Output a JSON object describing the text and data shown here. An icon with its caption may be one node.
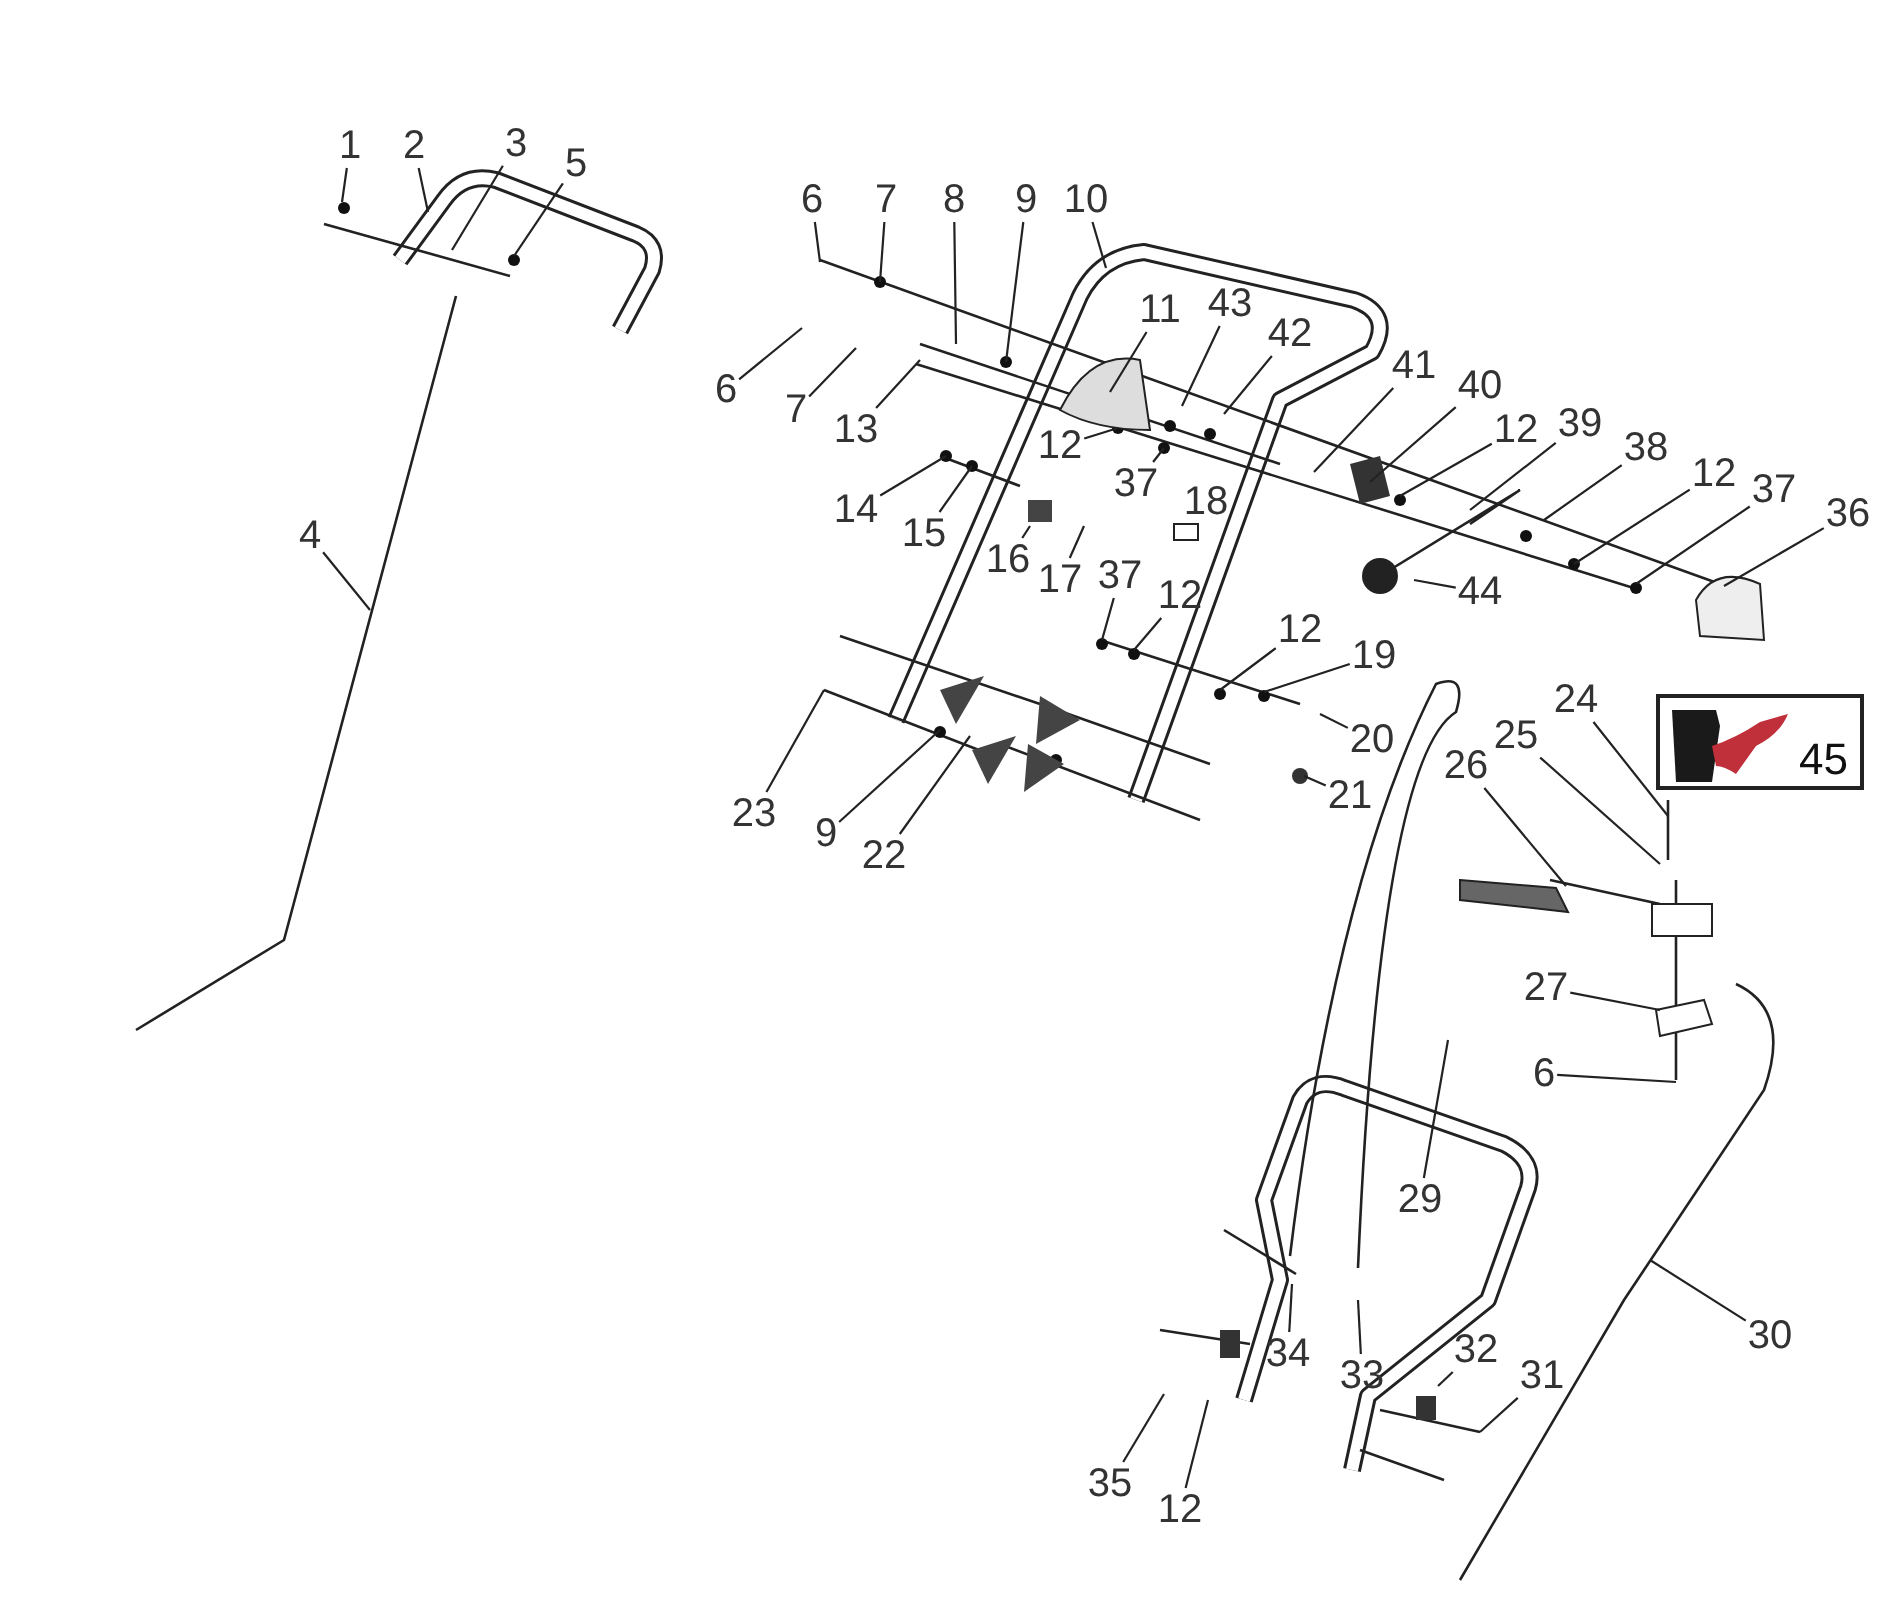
{
  "diagram": {
    "nodes": [
      {
        "text": [
          "1"
        ]
      },
      {
        "text": [
          "2"
        ]
      },
      {
        "text": [
          "3"
        ]
      },
      {
        "text": [
          "5"
        ]
      },
      {
        "text": [
          "4"
        ]
      },
      {
        "text": [
          "6"
        ]
      },
      {
        "text": [
          "7"
        ]
      },
      {
        "text": [
          "8"
        ]
      },
      {
        "text": [
          "9"
        ]
      },
      {
        "text": [
          "10"
        ]
      },
      {
        "text": [
          "11"
        ]
      },
      {
        "text": [
          "43"
        ]
      },
      {
        "text": [
          "42"
        ]
      },
      {
        "text": [
          "41"
        ]
      },
      {
        "text": [
          "40"
        ]
      },
      {
        "text": [
          "12"
        ]
      },
      {
        "text": [
          "39"
        ]
      },
      {
        "text": [
          "38"
        ]
      },
      {
        "text": [
          "12"
        ]
      },
      {
        "text": [
          "37"
        ]
      },
      {
        "text": [
          "36"
        ]
      },
      {
        "text": [
          "6"
        ]
      },
      {
        "text": [
          "7"
        ]
      },
      {
        "text": [
          "13"
        ]
      },
      {
        "text": [
          "12"
        ]
      },
      {
        "text": [
          "37"
        ]
      },
      {
        "text": [
          "18"
        ]
      },
      {
        "text": [
          "14"
        ]
      },
      {
        "text": [
          "15"
        ]
      },
      {
        "text": [
          "16"
        ]
      },
      {
        "text": [
          "17"
        ]
      },
      {
        "text": [
          "37"
        ]
      },
      {
        "text": [
          "12"
        ]
      },
      {
        "text": [
          "12"
        ]
      },
      {
        "text": [
          "44"
        ]
      },
      {
        "text": [
          "19"
        ]
      },
      {
        "text": [
          "20"
        ]
      },
      {
        "text": [
          "21"
        ]
      },
      {
        "text": [
          "23"
        ]
      },
      {
        "text": [
          "9"
        ]
      },
      {
        "text": [
          "22"
        ]
      },
      {
        "text": [
          "24"
        ]
      },
      {
        "text": [
          "25"
        ]
      },
      {
        "text": [
          "26"
        ]
      },
      {
        "text": [
          "45"
        ]
      },
      {
        "text": [],
        "shape": "picture",
        "in": 44
      },
      {
        "text": [
          "27"
        ]
      },
      {
        "text": [
          "6"
        ]
      },
      {
        "text": [
          "29"
        ]
      },
      {
        "text": [
          "30"
        ]
      },
      {
        "text": [
          "34"
        ]
      },
      {
        "text": [
          "33"
        ]
      },
      {
        "text": [
          "32"
        ]
      },
      {
        "text": [
          "31"
        ]
      },
      {
        "text": [
          "35"
        ]
      },
      {
        "text": [
          "12"
        ]
      }
    ],
    "edges": [
      {
        "from": 0,
        "to": null,
        "arrow": "none"
      },
      {
        "from": 1,
        "to": null,
        "arrow": "none"
      },
      {
        "from": 2,
        "to": null,
        "arrow": "none"
      },
      {
        "from": 3,
        "to": null,
        "arrow": "none"
      },
      {
        "from": 4,
        "to": null,
        "arrow": "none"
      },
      {
        "from": 5,
        "to": null,
        "arrow": "none"
      },
      {
        "from": 6,
        "to": null,
        "arrow": "none"
      },
      {
        "from": 7,
        "to": null,
        "arrow": "none"
      },
      {
        "from": 8,
        "to": null,
        "arrow": "none"
      },
      {
        "from": 9,
        "to": null,
        "arrow": "none"
      },
      {
        "from": 10,
        "to": null,
        "arrow": "none"
      },
      {
        "from": 11,
        "to": null,
        "arrow": "none"
      },
      {
        "from": 12,
        "to": null,
        "arrow": "none"
      },
      {
        "from": 13,
        "to": null,
        "arrow": "none"
      },
      {
        "from": 14,
        "to": null,
        "arrow": "none"
      },
      {
        "from": 15,
        "to": null,
        "arrow": "none"
      },
      {
        "from": 16,
        "to": null,
        "arrow": "none"
      },
      {
        "from": 17,
        "to": null,
        "arrow": "none"
      },
      {
        "from": 18,
        "to": null,
        "arrow": "none"
      },
      {
        "from": 19,
        "to": null,
        "arrow": "none"
      },
      {
        "from": 20,
        "to": null,
        "arrow": "none"
      },
      {
        "from": 21,
        "to": null,
        "arrow": "none"
      },
      {
        "from": 22,
        "to": null,
        "arrow": "none"
      },
      {
        "from": 23,
        "to": null,
        "arrow": "none"
      },
      {
        "from": 24,
        "to": null,
        "arrow": "none"
      },
      {
        "from": 25,
        "to": null,
        "arrow": "none"
      },
      {
        "from": 27,
        "to": null,
        "arrow": "none"
      },
      {
        "from": 28,
        "to": null,
        "arrow": "none"
      },
      {
        "from": 29,
        "to": null,
        "arrow": "none"
      },
      {
        "from": 30,
        "to": null,
        "arrow": "none"
      },
      {
        "from": 31,
        "to": null,
        "arrow": "none"
      },
      {
        "from": 32,
        "to": null,
        "arrow": "none"
      },
      {
        "from": 33,
        "to": null,
        "arrow": "none"
      },
      {
        "from": 34,
        "to": null,
        "arrow": "none"
      },
      {
        "from": 35,
        "to": null,
        "arrow": "none"
      },
      {
        "from": 36,
        "to": null,
        "arrow": "none"
      },
      {
        "from": 37,
        "to": null,
        "arrow": "none"
      },
      {
        "from": 38,
        "to": null,
        "arrow": "none"
      },
      {
        "from": 39,
        "to": null,
        "arrow": "none"
      },
      {
        "from": 40,
        "to": null,
        "arrow": "none"
      },
      {
        "from": 41,
        "to": null,
        "arrow": "none"
      },
      {
        "from": 42,
        "to": null,
        "arrow": "none"
      },
      {
        "from": 43,
        "to": null,
        "arrow": "none"
      },
      {
        "from": 46,
        "to": null,
        "arrow": "none"
      },
      {
        "from": 47,
        "to": null,
        "arrow": "none"
      },
      {
        "from": 48,
        "to": null,
        "arrow": "none"
      },
      {
        "from": 49,
        "to": null,
        "arrow": "none"
      },
      {
        "from": 50,
        "to": null,
        "arrow": "none"
      },
      {
        "from": 51,
        "to": null,
        "arrow": "none"
      },
      {
        "from": 52,
        "to": null,
        "arrow": "none"
      },
      {
        "from": 53,
        "to": null,
        "arrow": "none"
      },
      {
        "from": 54,
        "to": null,
        "arrow": "none"
      },
      {
        "from": 55,
        "to": null,
        "arrow": "none"
      }
    ]
  }
}
